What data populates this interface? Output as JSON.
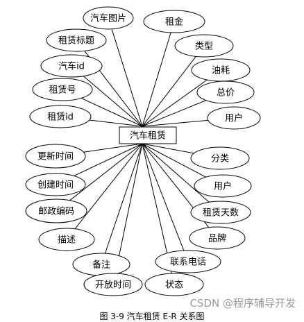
{
  "entity": "汽车租赁",
  "attributes": [
    "汽车图片",
    "租金",
    "租赁标题",
    "类型",
    "汽车id",
    "油耗",
    "租赁号",
    "总价",
    "租赁id",
    "用户",
    "更新时间",
    "分类",
    "创建时间",
    "用户",
    "邮政编码",
    "租赁天数",
    "品牌",
    "描述",
    "联系电话",
    "备注",
    "开放时间",
    "状态"
  ],
  "watermark": "CSDN @程序辅导开发",
  "caption": "图 3-9 汽车租赁 E-R 关系图"
}
